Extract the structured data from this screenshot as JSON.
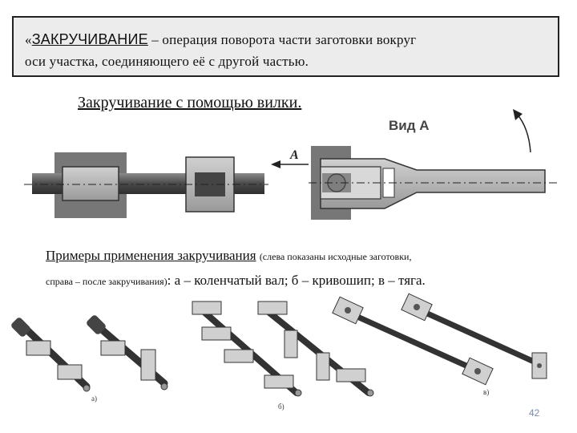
{
  "definition": {
    "open_quote": "«",
    "term": "ЗАКРУЧИВАНИЕ",
    "text_line1": " – операция поворота части заготовки вокруг",
    "text_line2": "оси участка, соединяющего её с другой частью."
  },
  "heading_fork": "Закручивание с помощью вилки.",
  "view_label": "Вид А",
  "arrow_label": "А",
  "examples": {
    "title": "Примеры применения закручивания",
    "note_part1": "(слева показаны исходные заготовки,",
    "note_part2": "справа – после закручивания)",
    "legend": ": а – коленчатый вал; б – кривошип; в – тяга."
  },
  "captions": [
    "а)",
    "б)",
    "в)"
  ],
  "page_number": "42",
  "colors": {
    "metal_dark": "#5a5a5a",
    "metal_light": "#b8b8b8",
    "box_bg": "#ececec"
  }
}
